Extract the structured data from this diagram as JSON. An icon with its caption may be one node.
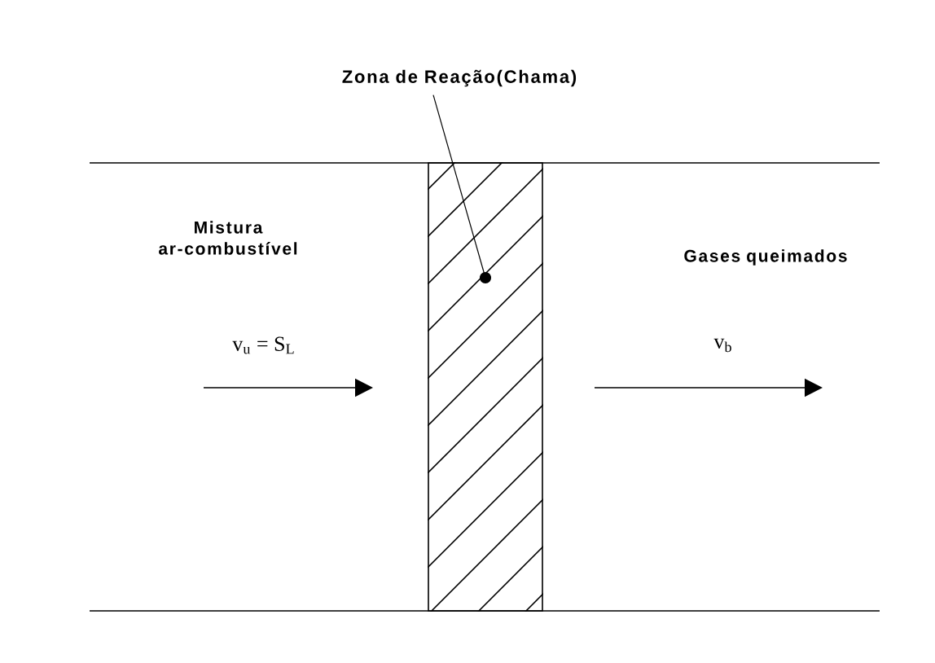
{
  "diagram": {
    "nodes": [
      {
        "text": [
          "Zona de Reação(Chama)"
        ]
      },
      {
        "text": [],
        "shape": "box"
      }
    ],
    "edges": [
      {
        "from": 0,
        "to": 1,
        "arrow": "other"
      }
    ],
    "labels": [
      "Mistura ar-combustível",
      "Gases queimados",
      "v$_{u}$ = S$_{L}$",
      "v$_{b}$"
    ]
  }
}
